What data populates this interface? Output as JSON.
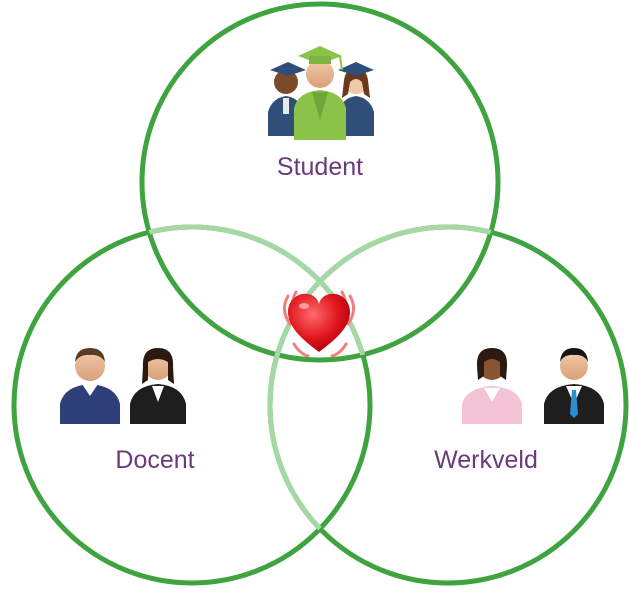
{
  "diagram": {
    "type": "venn",
    "accent_color": "#3fa43f",
    "overlap_color": "#9ed39e",
    "label_color": "#6a3a7a",
    "sets": [
      {
        "id": "student",
        "label": "Student",
        "icon": "graduates-icon"
      },
      {
        "id": "docent",
        "label": "Docent",
        "icon": "teachers-icon"
      },
      {
        "id": "werkveld",
        "label": "Werkveld",
        "icon": "professionals-icon"
      }
    ],
    "center_icon": "heart-icon"
  }
}
